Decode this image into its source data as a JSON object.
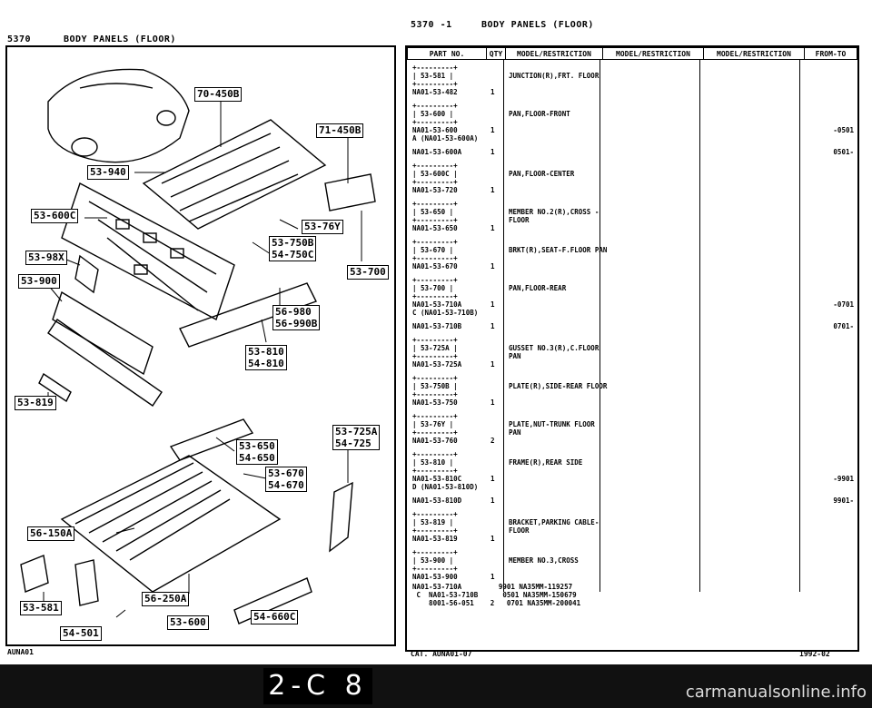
{
  "left_header": {
    "code": "5370",
    "title": "BODY PANELS (FLOOR)"
  },
  "right_header": {
    "code": "5370 -1",
    "title": "BODY PANELS (FLOOR)"
  },
  "callouts": {
    "c1": "70-450B",
    "c2": "71-450B",
    "c3": "53-940",
    "c4": "53-600C",
    "c5": "53-76Y",
    "c6a": "53-750B",
    "c6b": "54-750C",
    "c7": "53-98X",
    "c8": "53-900",
    "c9": "53-700",
    "c10a": "56-980",
    "c10b": "56-990B",
    "c11a": "53-810",
    "c11b": "54-810",
    "c12": "53-819",
    "c13a": "53-725A",
    "c13b": "54-725",
    "c14a": "53-650",
    "c14b": "54-650",
    "c15a": "53-670",
    "c15b": "54-670",
    "c16": "56-150A",
    "c17": "56-250A",
    "c18": "53-581",
    "c19": "53-600",
    "c20": "54-660C",
    "c21": "54-501"
  },
  "table": {
    "headers": [
      "PART NO.",
      "QTY",
      "MODEL/RESTRICTION",
      "MODEL/RESTRICTION",
      "MODEL/RESTRICTION",
      "FROM-TO"
    ],
    "rows": [
      {
        "box": "| 53-581 |",
        "pn": "NA01-53-482",
        "qty": "1",
        "desc": "JUNCTION(R),FRT. FLOOR",
        "from": ""
      },
      {
        "box": "| 53-600 |",
        "pn": "NA01-53-600\nA (NA01-53-600A)",
        "qty": "1",
        "desc": "PAN,FLOOR-FRONT",
        "from": "-0501"
      },
      {
        "box": "",
        "pn": "NA01-53-600A",
        "qty": "1",
        "desc": "",
        "from": "0501-"
      },
      {
        "box": "| 53-600C |",
        "pn": "NA01-53-720",
        "qty": "1",
        "desc": "PAN,FLOOR-CENTER",
        "from": ""
      },
      {
        "box": "| 53-650 |",
        "pn": "NA01-53-650",
        "qty": "1",
        "desc": "MEMBER NO.2(R),CROSS -FLOOR",
        "from": ""
      },
      {
        "box": "| 53-670 |",
        "pn": "NA01-53-670",
        "qty": "1",
        "desc": "BRKT(R),SEAT-F.FLOOR PAN",
        "from": ""
      },
      {
        "box": "| 53-700 |",
        "pn": "NA01-53-710A\nC (NA01-53-710B)",
        "qty": "1",
        "desc": "PAN,FLOOR-REAR",
        "from": "-0701"
      },
      {
        "box": "",
        "pn": "NA01-53-710B",
        "qty": "1",
        "desc": "",
        "from": "0701-"
      },
      {
        "box": "| 53-725A |",
        "pn": "NA01-53-725A",
        "qty": "1",
        "desc": "GUSSET NO.3(R),C.FLOOR PAN",
        "from": ""
      },
      {
        "box": "| 53-750B |",
        "pn": "NA01-53-750",
        "qty": "1",
        "desc": "PLATE(R),SIDE-REAR FLOOR",
        "from": ""
      },
      {
        "box": "| 53-76Y |",
        "pn": "NA01-53-760",
        "qty": "2",
        "desc": "PLATE,NUT-TRUNK FLOOR PAN",
        "from": ""
      },
      {
        "box": "| 53-810 |",
        "pn": "NA01-53-810C\nD (NA01-53-810D)",
        "qty": "1",
        "desc": "FRAME(R),REAR SIDE",
        "from": "-9901"
      },
      {
        "box": "",
        "pn": "NA01-53-810D",
        "qty": "1",
        "desc": "",
        "from": "9901-"
      },
      {
        "box": "| 53-819 |",
        "pn": "NA01-53-819",
        "qty": "1",
        "desc": "BRACKET,PARKING CABLE-FLOOR",
        "from": ""
      },
      {
        "box": "| 53-900 |",
        "pn": "NA01-53-900",
        "qty": "1",
        "desc": "MEMBER NO.3,CROSS",
        "from": ""
      }
    ],
    "note": "NA01-53-710A         9901 NA35MM-119257\n C  NA01-53-710B      0501 NA35MM-150679\n    8001-56-051    2   0701 NA35MM-200041"
  },
  "footer": {
    "left": "AUNA01",
    "center": "CAT. AUNA01-07",
    "right": "1992-02",
    "page_code": "2-C 8",
    "watermark": "carmanualsonline.info"
  }
}
